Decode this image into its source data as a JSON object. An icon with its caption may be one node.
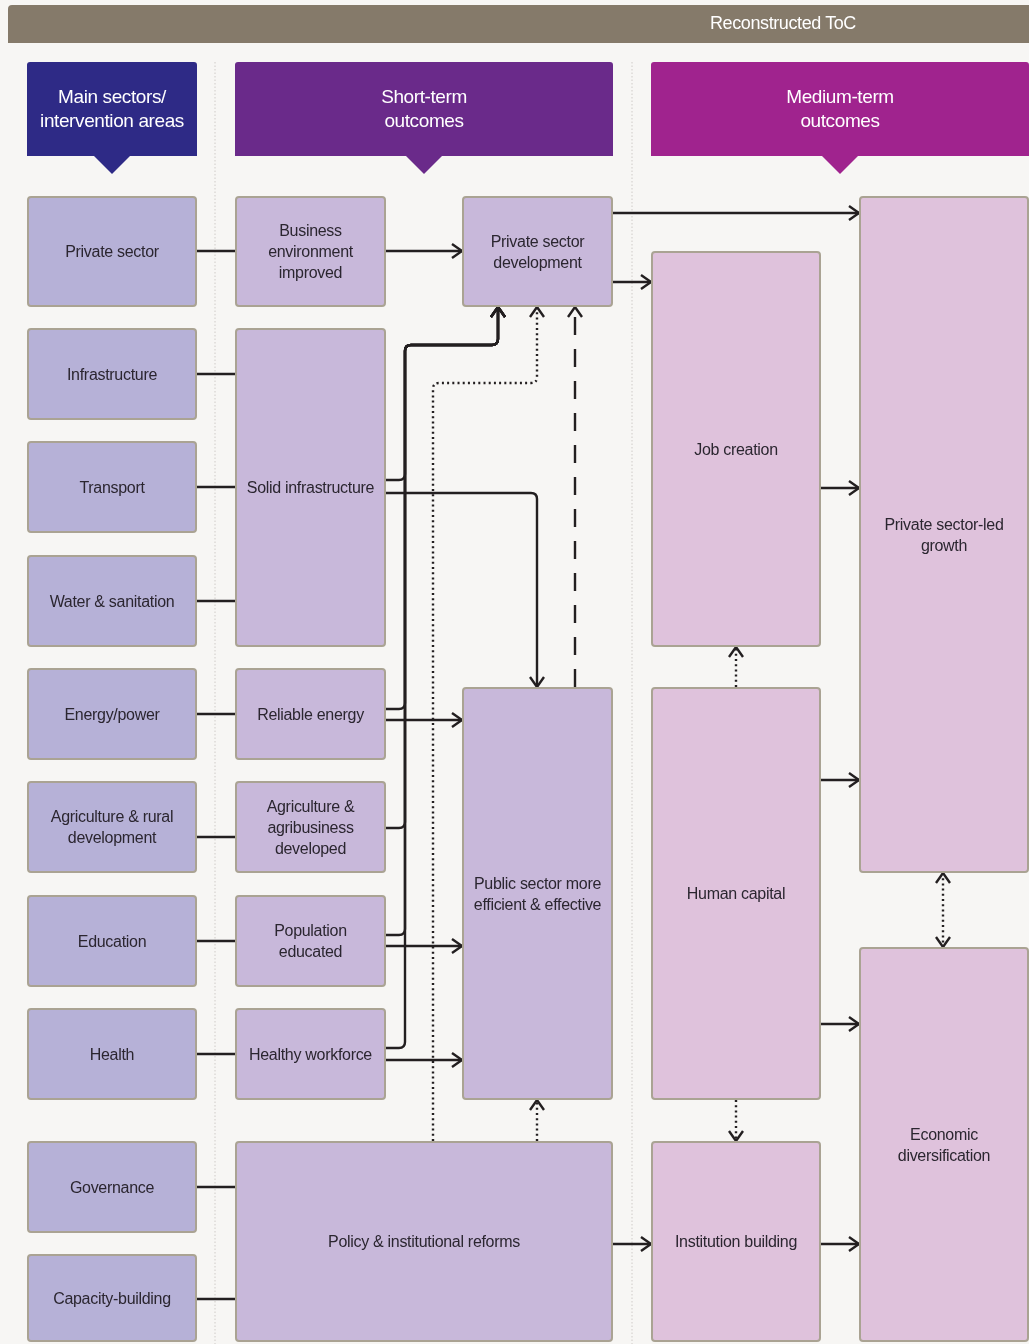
{
  "diagram": {
    "title": "Reconstructed ToC",
    "nodes": [
      {
        "text": [
          "Main sectors/ intervention areas"
        ]
      },
      {
        "text": [
          "Short-term outcomes"
        ]
      },
      {
        "text": [
          "Medium-term outcomes"
        ]
      },
      {
        "text": [
          "Private sector"
        ]
      },
      {
        "text": [
          "Infrastructure"
        ]
      },
      {
        "text": [
          "Transport"
        ]
      },
      {
        "text": [
          "Water & sanitation"
        ]
      },
      {
        "text": [
          "Energy/power"
        ]
      },
      {
        "text": [
          "Agriculture & rural development"
        ]
      },
      {
        "text": [
          "Education"
        ]
      },
      {
        "text": [
          "Health"
        ]
      },
      {
        "text": [
          "Governance"
        ]
      },
      {
        "text": [
          "Capacity-building"
        ]
      },
      {
        "text": [
          "Business environment improved"
        ]
      },
      {
        "text": [
          "Solid infrastructure"
        ]
      },
      {
        "text": [
          "Reliable energy"
        ]
      },
      {
        "text": [
          "Agriculture & agribusiness developed"
        ]
      },
      {
        "text": [
          "Population educated"
        ]
      },
      {
        "text": [
          "Healthy workforce"
        ]
      },
      {
        "text": [
          "Policy & institutional reforms"
        ]
      },
      {
        "text": [
          "Private sector development"
        ]
      },
      {
        "text": [
          "Public sector more efficient & effective"
        ]
      },
      {
        "text": [
          "Job creation"
        ]
      },
      {
        "text": [
          "Human capital"
        ]
      },
      {
        "text": [
          "Institution building"
        ]
      },
      {
        "text": [
          "Private sector-led growth"
        ]
      },
      {
        "text": [
          "Economic diversification"
        ]
      }
    ],
    "edges": [
      {
        "from": 3,
        "to": 13,
        "arrow": "none"
      },
      {
        "from": 4,
        "to": 14,
        "arrow": "none"
      },
      {
        "from": 5,
        "to": 14,
        "arrow": "none"
      },
      {
        "from": 6,
        "to": 14,
        "arrow": "none"
      },
      {
        "from": 7,
        "to": 15,
        "arrow": "none"
      },
      {
        "from": 8,
        "to": 16,
        "arrow": "none"
      },
      {
        "from": 9,
        "to": 17,
        "arrow": "none"
      },
      {
        "from": 10,
        "to": 18,
        "arrow": "none"
      },
      {
        "from": 11,
        "to": 19,
        "arrow": "none"
      },
      {
        "from": 12,
        "to": 19,
        "arrow": "none"
      },
      {
        "from": 13,
        "to": 20,
        "arrow": "to"
      },
      {
        "from": 20,
        "to": 25,
        "arrow": "to"
      },
      {
        "from": 20,
        "to": 22,
        "arrow": "to"
      },
      {
        "from": 14,
        "to": 20,
        "arrow": "to"
      },
      {
        "from": 15,
        "to": 20,
        "arrow": "to"
      },
      {
        "from": 16,
        "to": 20,
        "arrow": "to"
      },
      {
        "from": 17,
        "to": 20,
        "arrow": "to"
      },
      {
        "from": 18,
        "to": 20,
        "arrow": "to"
      },
      {
        "from": 14,
        "to": 21,
        "arrow": "to"
      },
      {
        "from": 15,
        "to": 21,
        "arrow": "to"
      },
      {
        "from": 17,
        "to": 21,
        "arrow": "to"
      },
      {
        "from": 18,
        "to": 21,
        "arrow": "to"
      },
      {
        "from": 19,
        "to": 20,
        "arrow": "to",
        "style": "dashed"
      },
      {
        "from": 21,
        "to": 20,
        "arrow": "to",
        "style": "dashed"
      },
      {
        "from": 19,
        "to": 21,
        "arrow": "to",
        "style": "dashed"
      },
      {
        "from": 22,
        "to": 25,
        "arrow": "to"
      },
      {
        "from": 23,
        "to": 22,
        "arrow": "to",
        "style": "dashed"
      },
      {
        "from": 23,
        "to": 25,
        "arrow": "to"
      },
      {
        "from": 23,
        "to": 26,
        "arrow": "to"
      },
      {
        "from": 23,
        "to": 24,
        "arrow": "to",
        "style": "dashed"
      },
      {
        "from": 25,
        "to": 26,
        "arrow": "both",
        "style": "dashed"
      },
      {
        "from": 19,
        "to": 24,
        "arrow": "to"
      },
      {
        "from": 24,
        "to": 26,
        "arrow": "to"
      }
    ]
  }
}
